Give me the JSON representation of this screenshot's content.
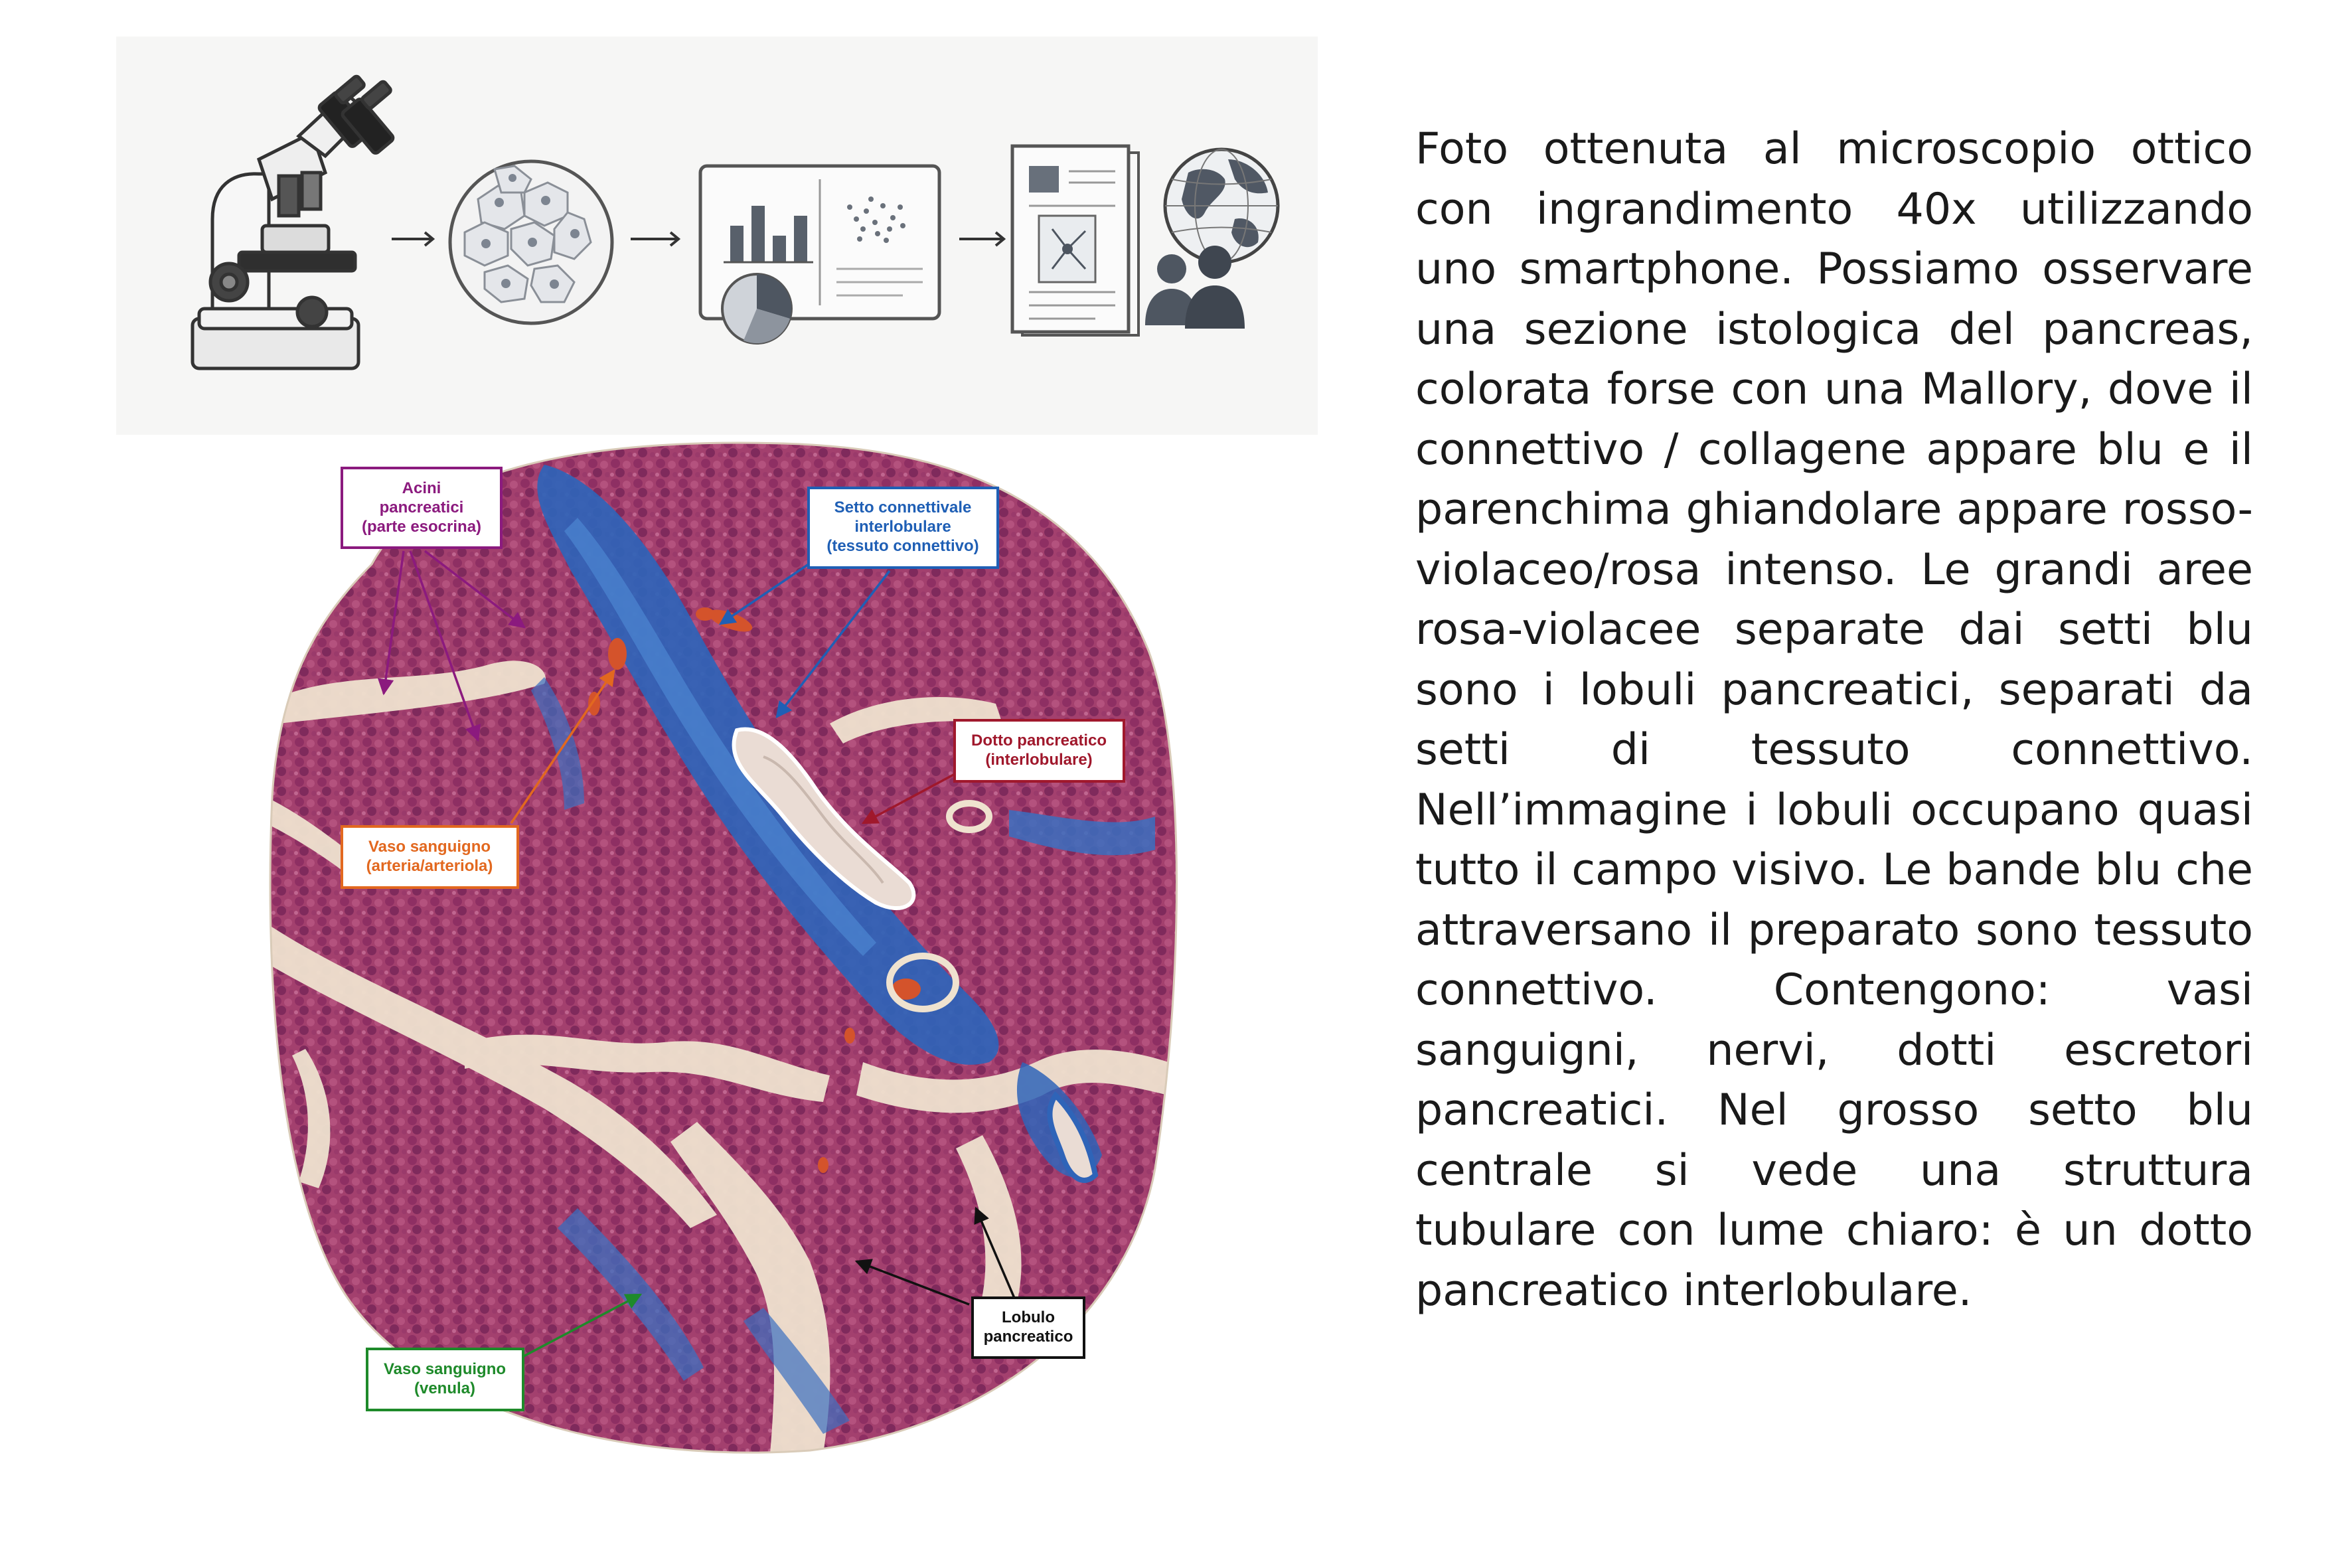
{
  "paragraph": "Foto ottenuta al microscopio ottico con ingrandimento 40x utilizzando uno smartphone. Possiamo osservare una sezione istologica del pancreas, colorata forse con una Mallory, dove il connettivo / collagene appare blu e il parenchima ghiandolare appare rosso-violaceo/rosa intenso. Le grandi aree rosa-violacee separate dai setti blu sono i lobuli pancreatici, separati da setti di tessuto connettivo. Nell’immagine i lobuli occupano quasi tutto il campo visivo. Le bande blu che attraversano il preparato sono tessuto connettivo. Contengono: vasi sanguigni, nervi, dotti escretori pancreatici. Nel grosso setto blu centrale si vede una struttura tubulare con lume chiaro: è un dotto pancreatico interlobulare.",
  "labels": {
    "acini": [
      "Acini",
      "pancreatici",
      "(parte esocrina)"
    ],
    "setto": [
      "Setto connettivale",
      "interlobulare",
      "(tessuto connettivo)"
    ],
    "dotto": [
      "Dotto pancreatico",
      "(interlobulare)"
    ],
    "vaso_arteria": [
      "Vaso sanguigno",
      "(arteria/arteriola)"
    ],
    "vaso_venula": [
      "Vaso sanguigno",
      "(venula)"
    ],
    "lobulo": [
      "Lobulo",
      "pancreatico"
    ]
  },
  "colors": {
    "acini": "#8b1a7e",
    "setto": "#1f5fb5",
    "dotto": "#a0182c",
    "vaso_arteria": "#e2681f",
    "vaso_venula": "#1e8a2a",
    "lobulo": "#111111",
    "tissue_pink": "#a8406f",
    "tissue_blue": "#2f64b8",
    "background_cream": "#efe2cf"
  },
  "icons": [
    "microscope-icon",
    "cell-sample-icon",
    "data-analysis-icon",
    "publication-globe-icon"
  ]
}
